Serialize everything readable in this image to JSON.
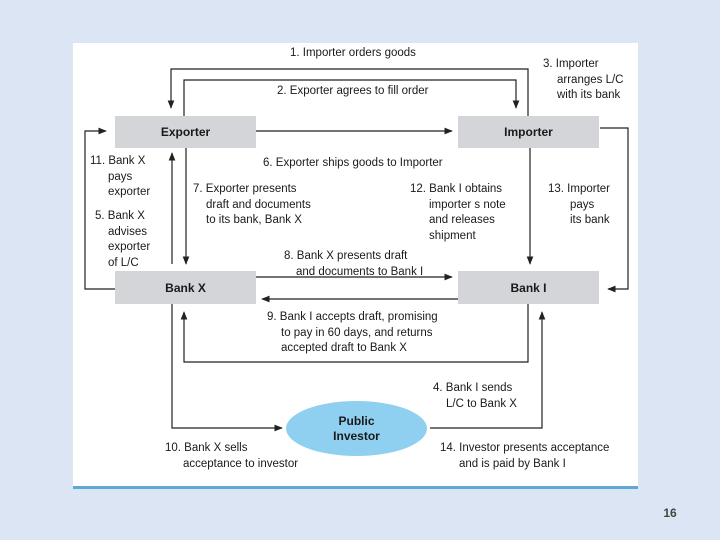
{
  "boxes": {
    "exporter": "Exporter",
    "importer": "Importer",
    "bank_x": "Bank X",
    "bank_i": "Bank I"
  },
  "investor": {
    "line1": "Public",
    "line2": "Investor"
  },
  "steps": {
    "s1": "1. Importer orders goods",
    "s2": "2. Exporter agrees to fill order",
    "s3": [
      "3. Importer",
      "arranges L/C",
      "with its bank"
    ],
    "s4": [
      "4. Bank I sends",
      "L/C to Bank X"
    ],
    "s5": [
      "5. Bank X",
      "advises",
      "exporter",
      "of L/C"
    ],
    "s6": "6. Exporter ships goods to Importer",
    "s7": [
      "7. Exporter presents",
      "draft and documents",
      "to its bank, Bank X"
    ],
    "s8": [
      "8. Bank X presents draft",
      "and documents to Bank I"
    ],
    "s9": [
      "9. Bank I accepts draft, promising",
      "to pay in 60 days, and returns",
      "accepted draft to Bank X"
    ],
    "s10": [
      "10. Bank  X sells",
      "acceptance to investor"
    ],
    "s11": [
      "11. Bank X",
      "pays",
      "exporter"
    ],
    "s12": [
      "12. Bank I obtains",
      "importer s note",
      "and releases",
      "shipment"
    ],
    "s13": [
      "13. Importer",
      "pays",
      "its bank"
    ],
    "s14": [
      "14. Investor presents acceptance",
      "and is paid by Bank I"
    ]
  },
  "page_number": "16"
}
